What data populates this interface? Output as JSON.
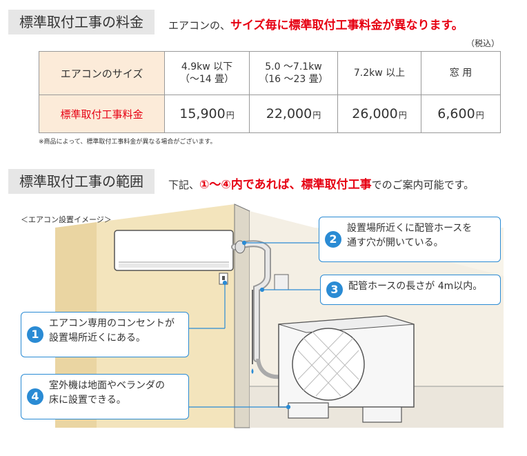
{
  "section1": {
    "title": "標準取付工事の料金",
    "note_prefix": "エアコンの、",
    "note_emph": "サイズ毎に標準取付工事料金が異なります。",
    "tax": "（税込）"
  },
  "price_table": {
    "header_label": "エアコンのサイズ",
    "col1_l1": "4.9kw 以下",
    "col1_l2": "（～14 畳）",
    "col2_l1": "5.0 ～7.1kw",
    "col2_l2": "（16 ～23 畳）",
    "col3": "7.2kw 以上",
    "col4": "窓 用",
    "row_label": "標準取付工事料金",
    "v1": "15,900",
    "v2": "22,000",
    "v3": "26,000",
    "v4": "6,600",
    "unit": "円"
  },
  "footnote": "※商品によって、標準取付工事料金が異なる場合がございます。",
  "section2": {
    "title": "標準取付工事の範囲",
    "note_prefix": "下記、",
    "note_emph1": "①～④",
    "note_emph2": "内であれば、標準取付工事",
    "note_suffix": "でのご案内可能です。"
  },
  "illustration": {
    "caption": "＜エアコン設置イメージ＞",
    "callouts": [
      {
        "num": "1",
        "l1": "エアコン専用のコンセントが",
        "l2": "設置場所近くにある。"
      },
      {
        "num": "2",
        "l1": "設置場所近くに配管ホースを",
        "l2": "通す穴が開いている。"
      },
      {
        "num": "3",
        "l1": "配管ホースの長さが 4m以内。"
      },
      {
        "num": "4",
        "l1": "室外機は地面やベランダの",
        "l2": "床に設置できる。"
      }
    ]
  },
  "colors": {
    "accent_red": "#e60012",
    "callout_blue": "#2a8bd4",
    "table_head_bg": "#fcebd9"
  }
}
